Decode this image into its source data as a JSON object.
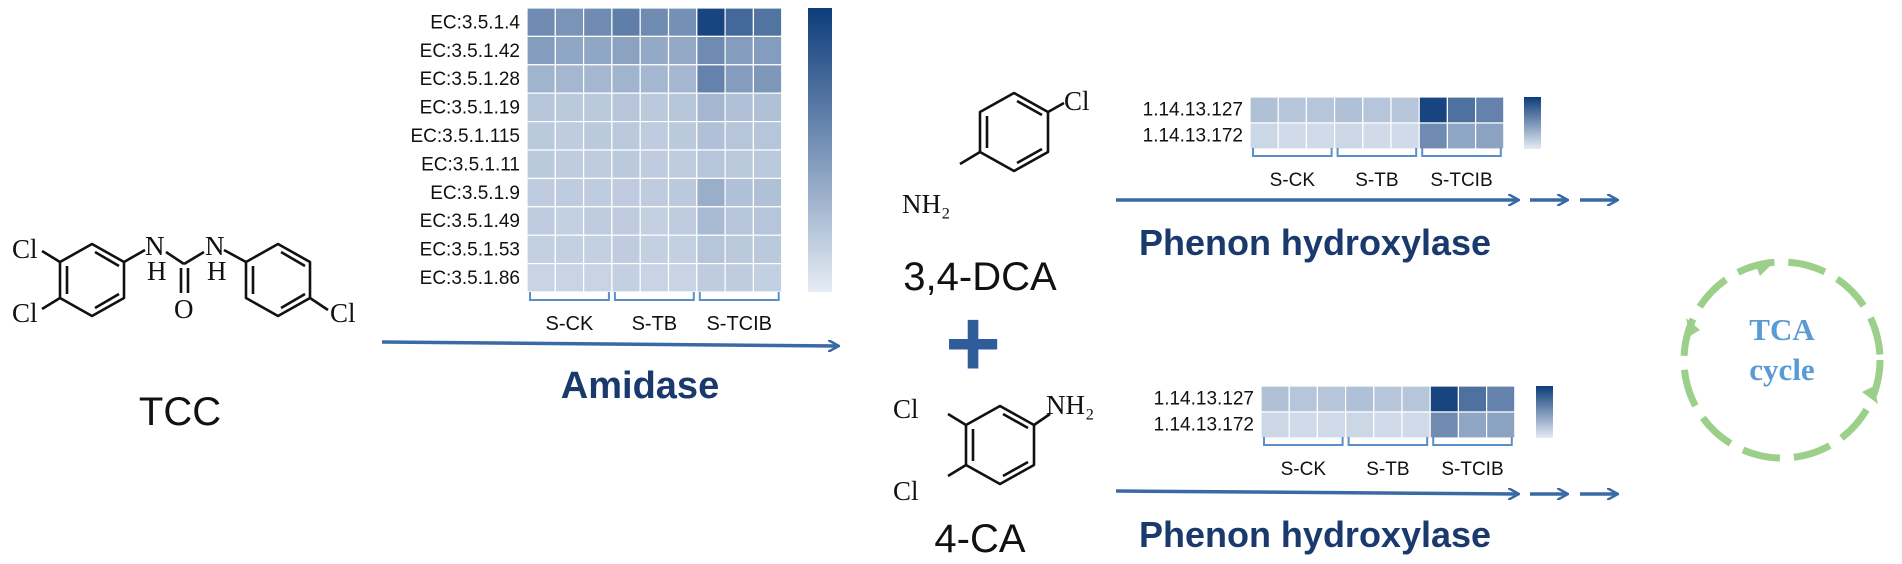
{
  "compounds": {
    "tcc": {
      "label": "TCC",
      "atoms": {
        "cl1": "Cl",
        "cl2": "Cl",
        "cl3": "Cl",
        "nh1": "H",
        "nh2": "H",
        "n1": "N",
        "n2": "N",
        "o": "O"
      }
    },
    "dca": {
      "label": "3,4-DCA",
      "atoms": {
        "cl": "Cl",
        "nh2": "NH₂"
      }
    },
    "ca": {
      "label": "4-CA",
      "atoms": {
        "cl1": "Cl",
        "cl2": "Cl",
        "nh2": "NH₂"
      }
    },
    "plus": "+"
  },
  "enzymes": {
    "amidase": "Amidase",
    "phenol_top": "Phenon hydroxylase",
    "phenol_bottom": "Phenon hydroxylase"
  },
  "tca": {
    "line1": "TCA",
    "line2": "cycle"
  },
  "colors": {
    "dark_blue": "#1a3a6e",
    "arrow_blue": "#3a6aa5",
    "bracket_blue": "#5b8fc9",
    "tca_green": "#9ccf8a",
    "tca_text": "#5b9bd5"
  },
  "heatmaps": [
    {
      "id": "amidase",
      "groups": [
        "S-CK",
        "S-TB",
        "S-TCIB"
      ],
      "rows": [
        "EC:3.5.1.4",
        "EC:3.5.1.42",
        "EC:3.5.1.28",
        "EC:3.5.1.19",
        "EC:3.5.1.115",
        "EC:3.5.1.11",
        "EC:3.5.1.9",
        "EC:3.5.1.49",
        "EC:3.5.1.53",
        "EC:3.5.1.86"
      ],
      "values": [
        [
          0.55,
          0.5,
          0.55,
          0.62,
          0.55,
          0.52,
          0.95,
          0.75,
          0.68
        ],
        [
          0.45,
          0.4,
          0.4,
          0.42,
          0.38,
          0.38,
          0.55,
          0.45,
          0.45
        ],
        [
          0.32,
          0.3,
          0.3,
          0.32,
          0.3,
          0.3,
          0.6,
          0.45,
          0.48
        ],
        [
          0.22,
          0.2,
          0.2,
          0.22,
          0.2,
          0.22,
          0.3,
          0.25,
          0.25
        ],
        [
          0.2,
          0.18,
          0.2,
          0.2,
          0.18,
          0.2,
          0.25,
          0.22,
          0.22
        ],
        [
          0.2,
          0.18,
          0.18,
          0.2,
          0.18,
          0.18,
          0.22,
          0.2,
          0.2
        ],
        [
          0.18,
          0.18,
          0.18,
          0.18,
          0.18,
          0.2,
          0.35,
          0.25,
          0.25
        ],
        [
          0.18,
          0.16,
          0.18,
          0.18,
          0.16,
          0.18,
          0.28,
          0.22,
          0.22
        ],
        [
          0.16,
          0.16,
          0.16,
          0.18,
          0.16,
          0.16,
          0.22,
          0.2,
          0.2
        ],
        [
          0.14,
          0.14,
          0.14,
          0.16,
          0.14,
          0.14,
          0.18,
          0.18,
          0.16
        ]
      ]
    },
    {
      "id": "phenol-top",
      "groups": [
        "S-CK",
        "S-TB",
        "S-TCIB"
      ],
      "rows": [
        "1.14.13.127",
        "1.14.13.172"
      ],
      "values": [
        [
          0.25,
          0.22,
          0.22,
          0.25,
          0.22,
          0.22,
          0.95,
          0.7,
          0.6
        ],
        [
          0.12,
          0.1,
          0.1,
          0.12,
          0.1,
          0.1,
          0.55,
          0.4,
          0.42
        ]
      ]
    },
    {
      "id": "phenol-bottom",
      "groups": [
        "S-CK",
        "S-TB",
        "S-TCIB"
      ],
      "rows": [
        "1.14.13.127",
        "1.14.13.172"
      ],
      "values": [
        [
          0.25,
          0.22,
          0.22,
          0.25,
          0.22,
          0.22,
          0.95,
          0.7,
          0.6
        ],
        [
          0.12,
          0.1,
          0.1,
          0.12,
          0.1,
          0.1,
          0.55,
          0.4,
          0.42
        ]
      ]
    }
  ]
}
